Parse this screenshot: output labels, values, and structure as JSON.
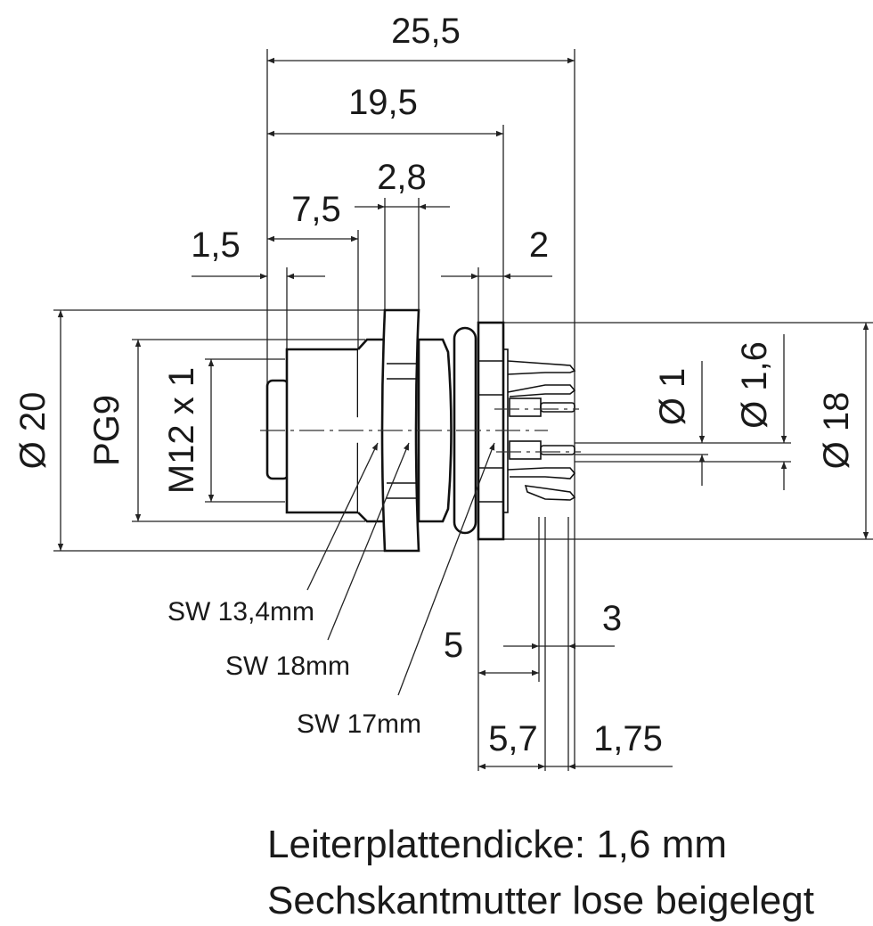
{
  "dimensions": {
    "overall_length": "25,5",
    "length_to_flange": "19,5",
    "nut_width": "2,8",
    "front_length": "7,5",
    "cap_length": "1,5",
    "flange_width": "2",
    "outer_diameter": "Ø 20",
    "thread_pg": "PG9",
    "thread_m12": "M12 x 1",
    "pin_diameter_small": "Ø 1",
    "pin_diameter_large": "Ø 1,6",
    "flange_diameter": "Ø 18",
    "pin_spacing_3": "3",
    "pin_offset_5": "5",
    "pin_offset_57": "5,7",
    "pin_spacing_175": "1,75"
  },
  "callouts": {
    "sw1": "SW 13,4mm",
    "sw2": "SW 18mm",
    "sw3": "SW 17mm"
  },
  "notes": {
    "line1": "Leiterplattendicke: 1,6 mm",
    "line2": "Sechskantmutter lose beigelegt"
  }
}
